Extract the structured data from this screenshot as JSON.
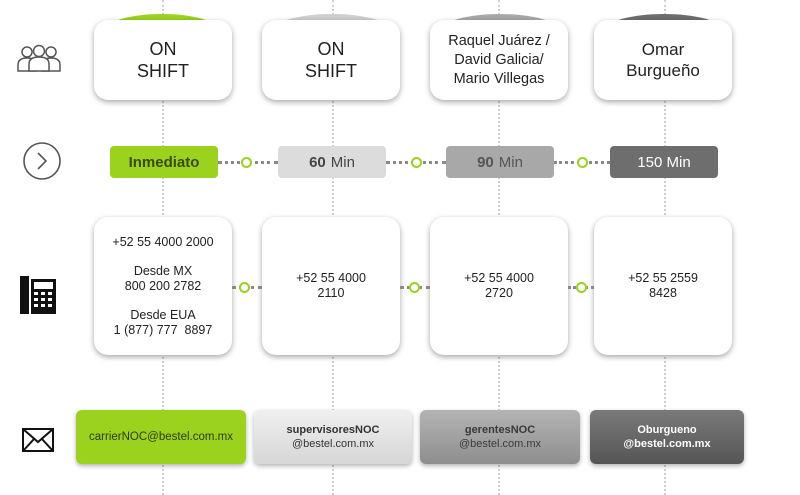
{
  "colors": {
    "green": "#9bd21e",
    "light_gray": "#d9d9d9",
    "mid_gray": "#a8a8a8",
    "dark_gray": "#6e6e6e"
  },
  "icons": {
    "people": "people-icon",
    "next": "chevron-right-circle-icon",
    "phone": "telephone-icon",
    "mail": "envelope-icon"
  },
  "levels": [
    {
      "contact_lines": [
        "ON",
        "SHIFT"
      ],
      "time_bold": "Inmediato",
      "time_rest": "",
      "phone_lines": [
        "+52 55 4000 2000",
        "",
        "Desde MX",
        "800 200 2782",
        "",
        "Desde EUA",
        "1 (877) 777  8897"
      ],
      "email_lines": [
        "carrierNOC@bestel.com.mx"
      ]
    },
    {
      "contact_lines": [
        "ON",
        "SHIFT"
      ],
      "time_bold": "60",
      "time_rest": "Min",
      "phone_lines": [
        "+52 55 4000",
        "2110"
      ],
      "email_lines": [
        "supervisoresNOC",
        "@bestel.com.mx"
      ]
    },
    {
      "contact_lines": [
        "Raquel Juárez /",
        "David Galicia/",
        "Mario Villegas"
      ],
      "time_bold": "90",
      "time_rest": "Min",
      "phone_lines": [
        "+52 55 4000",
        "2720"
      ],
      "email_lines": [
        "gerentesNOC",
        "@bestel.com.mx"
      ]
    },
    {
      "contact_lines": [
        "Omar",
        "Burgueño"
      ],
      "time_bold": "",
      "time_rest": "150 Min",
      "phone_lines": [
        "+52 55 2559",
        "8428"
      ],
      "email_lines": [
        "Oburgueno",
        "@bestel.com.mx"
      ]
    }
  ]
}
